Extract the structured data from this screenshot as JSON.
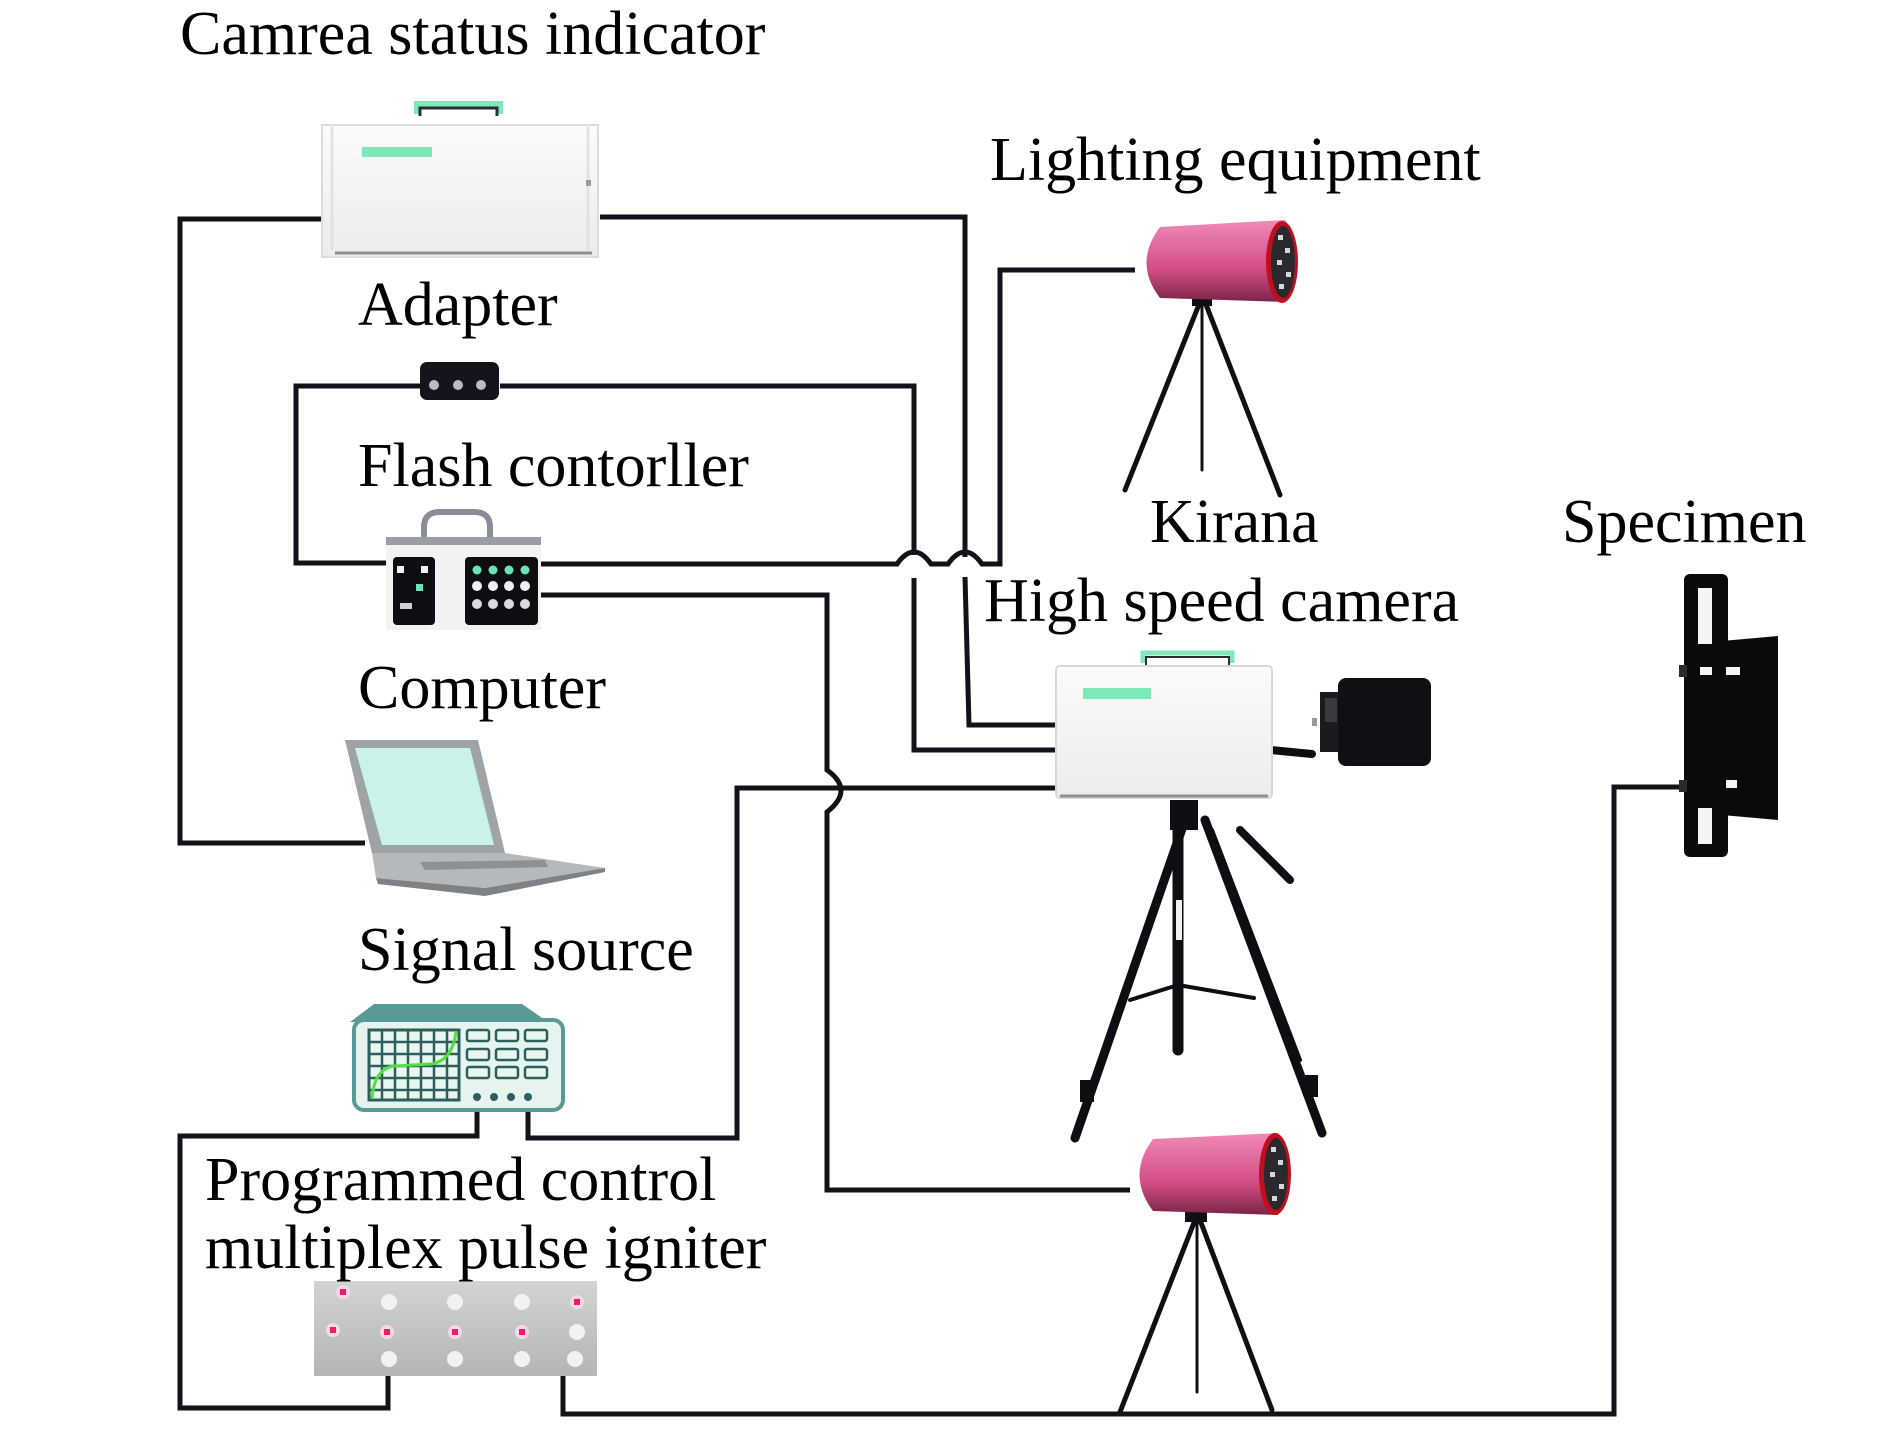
{
  "diagram": {
    "title": "High-speed camera test system",
    "colors": {
      "wire": "#121218",
      "device_white": "#f4f4f2",
      "indicator_green": "#7ee8b8",
      "lamp_pink": "#d8548a",
      "lamp_rim": "#c0101e",
      "laptop_screen": "#c9f3ea",
      "signal_teal": "#5a9a96",
      "igniter_gray": "#c4c6c4",
      "igniter_led": "#ee1c6a"
    },
    "labels": {
      "camera_status_indicator": "Camrea status indicator",
      "adapter": "Adapter",
      "flash_controller": "Flash contorller",
      "computer": "Computer",
      "signal_source": "Signal source",
      "igniter_line1": "Programmed control",
      "igniter_line2": "multiplex pulse igniter",
      "lighting_equipment": "Lighting equipment",
      "kirana": "Kirana",
      "high_speed_camera": "High speed camera",
      "specimen": "Specimen"
    },
    "devices": [
      {
        "id": "camera-status-indicator",
        "icon": "camera-box-icon"
      },
      {
        "id": "adapter",
        "icon": "adapter-icon"
      },
      {
        "id": "flash-controller",
        "icon": "flash-controller-icon"
      },
      {
        "id": "computer",
        "icon": "laptop-icon"
      },
      {
        "id": "signal-source",
        "icon": "oscilloscope-icon"
      },
      {
        "id": "pulse-igniter",
        "icon": "igniter-panel-icon"
      },
      {
        "id": "lighting-upper",
        "icon": "lamp-tripod-icon"
      },
      {
        "id": "lighting-lower",
        "icon": "lamp-tripod-icon"
      },
      {
        "id": "high-speed-camera",
        "icon": "camera-tripod-icon"
      },
      {
        "id": "specimen",
        "icon": "specimen-fixture-icon"
      }
    ],
    "connections": [
      {
        "from": "camera-status-indicator",
        "to": "computer"
      },
      {
        "from": "camera-status-indicator",
        "to": "high-speed-camera"
      },
      {
        "from": "adapter",
        "to": "flash-controller"
      },
      {
        "from": "adapter",
        "to": "high-speed-camera"
      },
      {
        "from": "flash-controller",
        "to": "lighting-upper"
      },
      {
        "from": "flash-controller",
        "to": "lighting-lower"
      },
      {
        "from": "signal-source",
        "to": "high-speed-camera"
      },
      {
        "from": "signal-source",
        "to": "pulse-igniter"
      },
      {
        "from": "pulse-igniter",
        "to": "specimen"
      }
    ]
  }
}
